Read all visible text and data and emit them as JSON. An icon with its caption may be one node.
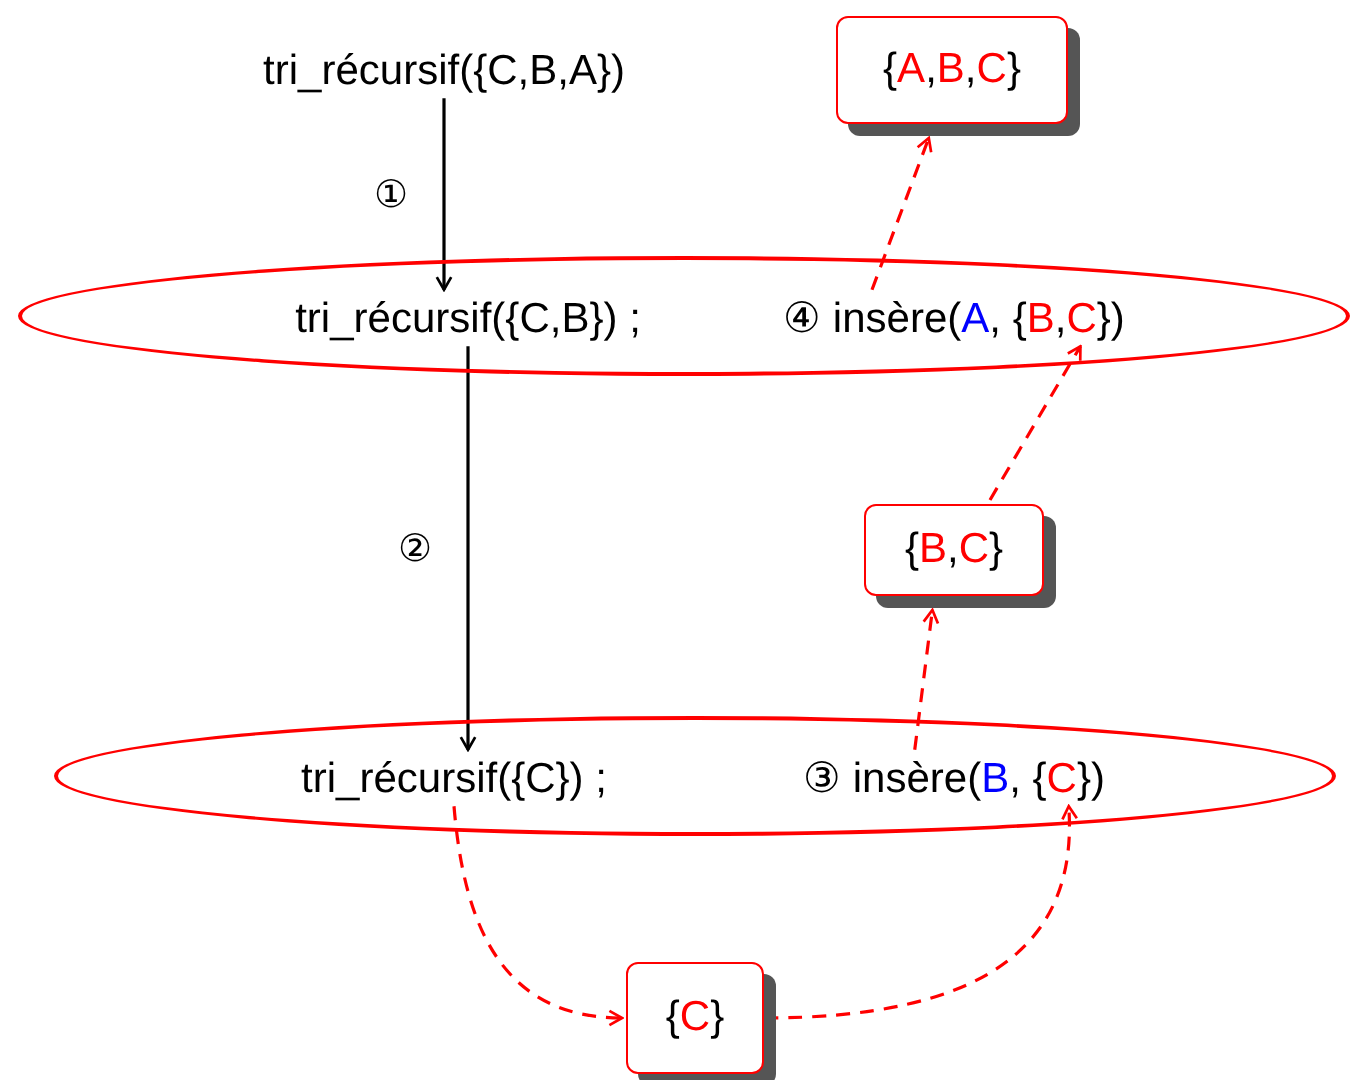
{
  "diagram": {
    "nodes": [
      {
        "text": [
          "tri_récursif({C,B,A})"
        ]
      },
      {
        "text": [
          "{A,B,C}"
        ]
      },
      {
        "text": [],
        "shape": "ellipse"
      },
      {
        "text": [
          "tri_récursif({C,B}) ;"
        ],
        "in": 2
      },
      {
        "text": [
          "④ insère(A, {B,C})"
        ],
        "in": 2
      },
      {
        "text": [
          "{B,C}"
        ]
      },
      {
        "text": [],
        "shape": "ellipse"
      },
      {
        "text": [
          "tri_récursif({C}) ;"
        ],
        "in": 6
      },
      {
        "text": [
          "③ insère(B, {C})"
        ],
        "in": 6
      },
      {
        "text": [
          "{C}"
        ]
      }
    ],
    "edges": [
      {
        "from": 0,
        "to": 3,
        "arrow": "to",
        "label": "①",
        "color": "#000000"
      },
      {
        "from": 3,
        "to": 7,
        "arrow": "to",
        "label": "②",
        "color": "#000000"
      },
      {
        "from": 7,
        "to": 9,
        "arrow": "to",
        "style": "dashed",
        "color": "#ff0000"
      },
      {
        "from": 9,
        "to": 8,
        "arrow": "to",
        "style": "dashed",
        "color": "#ff0000"
      },
      {
        "from": 8,
        "to": 5,
        "arrow": "to",
        "style": "dashed",
        "color": "#ff0000"
      },
      {
        "from": 5,
        "to": 4,
        "arrow": "to",
        "style": "dashed",
        "color": "#ff0000"
      },
      {
        "from": 4,
        "to": 1,
        "arrow": "to",
        "style": "dashed",
        "color": "#ff0000"
      }
    ]
  }
}
